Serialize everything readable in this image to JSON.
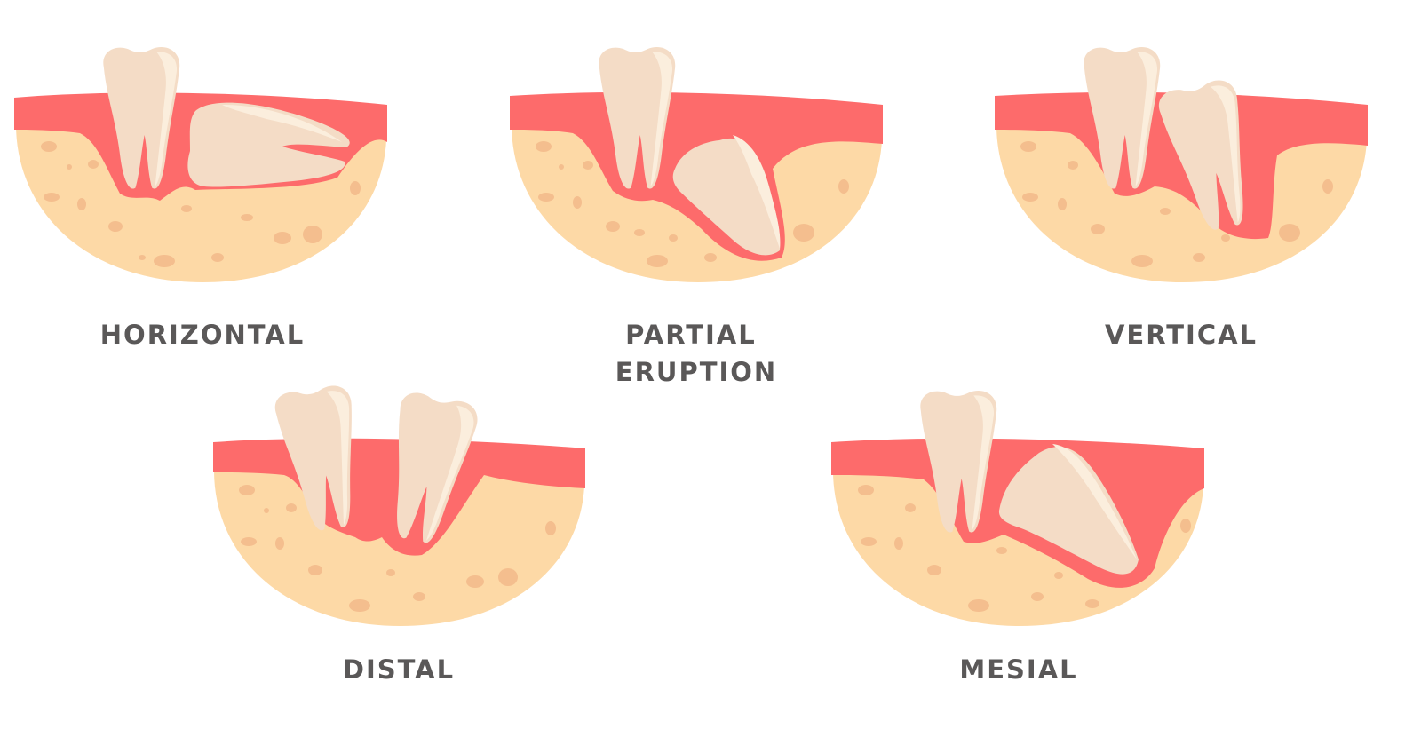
{
  "diagrams": [
    {
      "id": "horizontal",
      "label_lines": [
        "HORIZONTAL"
      ]
    },
    {
      "id": "partial-eruption",
      "label_lines": [
        "PARTIAL",
        "ERUPTION"
      ]
    },
    {
      "id": "vertical",
      "label_lines": [
        "VERTICAL"
      ]
    },
    {
      "id": "distal",
      "label_lines": [
        "DISTAL"
      ]
    },
    {
      "id": "mesial",
      "label_lines": [
        "MESIAL"
      ]
    }
  ],
  "colors": {
    "gum": "#fd6b6b",
    "bone": "#fdd9a6",
    "bone_spot": "#f4be8e",
    "tooth": "#f4dcc6",
    "tooth_highlight": "#fbeedd",
    "label": "#5a5858"
  }
}
